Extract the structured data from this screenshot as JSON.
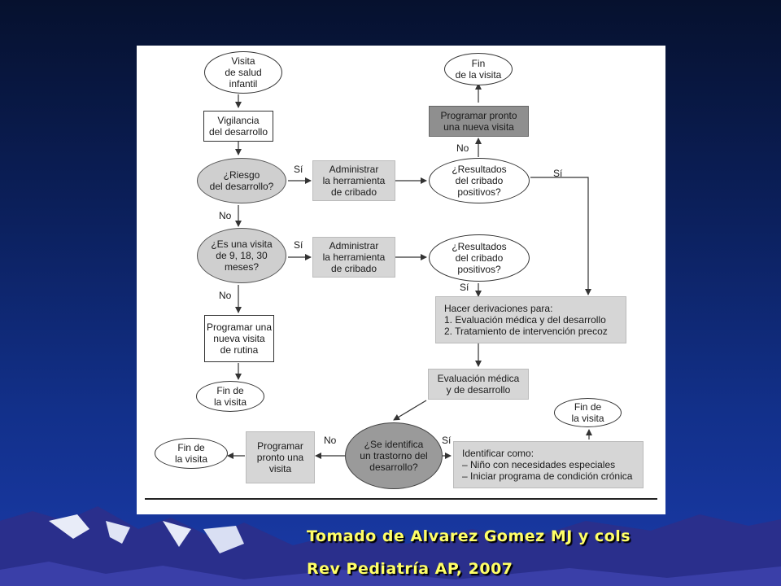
{
  "nodes": {
    "n1": "Visita\nde salud\ninfantil",
    "n2": "Vigilancia\ndel desarrollo",
    "n3": "¿Riesgo\ndel desarrollo?",
    "n4": "Administrar\nla herramienta\nde cribado",
    "n5": "¿Resultados\ndel cribado\npositivos?",
    "n6": "Programar pronto\nuna nueva visita",
    "n7": "Fin\nde la visita",
    "n8": "¿Es una visita\nde 9, 18, 30\nmeses?",
    "n9": "Administrar\nla herramienta\nde cribado",
    "n10": "¿Resultados\ndel cribado\npositivos?",
    "n11": "Hacer derivaciones para:\n1. Evaluación médica y del desarrollo\n2. Tratamiento de intervención precoz",
    "n12": "Programar una\nnueva visita\nde rutina",
    "n13": "Fin de\nla visita",
    "n14": "Evaluación médica\ny de desarrollo",
    "n15": "¿Se identifica\nun trastorno del\ndesarrollo?",
    "n16": "Programar\npronto una\nvisita",
    "n17": "Fin de\nla visita",
    "n18": "Fin de\nla visita",
    "n19": "Identificar como:\n– Niño con necesidades especiales\n– Iniciar programa de condición crónica"
  },
  "labels": {
    "si1": "Sí",
    "no1": "No",
    "si2": "Sí",
    "no2": "No",
    "si3": "Sí",
    "si4": "Sí",
    "no3": "No",
    "si5": "Sí"
  },
  "citation": {
    "line1": "Tomado de Alvarez Gomez MJ y cols",
    "line2": "Rev Pediatría AP, 2007"
  },
  "colors": {
    "text": "#ffff66",
    "light_gray": "#d6d6d6",
    "dark_gray": "#8f8f8f"
  }
}
